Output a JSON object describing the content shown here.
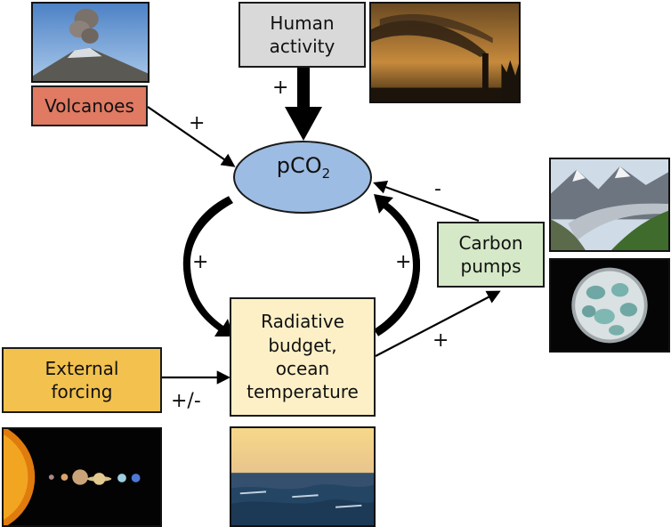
{
  "nodes": {
    "human_activity": {
      "line1": "Human",
      "line2": "activity"
    },
    "volcanoes": {
      "label": "Volcanoes"
    },
    "pco2": {
      "main": "pCO",
      "sub": "2"
    },
    "carbon_pumps": {
      "line1": "Carbon",
      "line2": "pumps"
    },
    "radiative": {
      "line1": "Radiative",
      "line2": "budget,",
      "line3": "ocean",
      "line4": "temperature"
    },
    "external_forcing": {
      "line1": "External",
      "line2": "forcing"
    }
  },
  "signs": {
    "human_to_pco2": "+",
    "volcano_to_pco2": "+",
    "pco2_to_radiative": "+",
    "radiative_to_pco2": "+",
    "pumps_to_pco2": "-",
    "radiative_to_pumps": "+",
    "external_to_radiative": "+/-"
  },
  "photos": [
    "volcano-photo",
    "factory-smoke-photo",
    "glacier-photo",
    "coccolithophore-photo",
    "solar-system-photo",
    "ocean-sunset-photo"
  ],
  "colors": {
    "human_activity": "#d9d9d9",
    "volcanoes": "#e07a63",
    "pco2": "#9dbce3",
    "carbon_pumps": "#d5e8c7",
    "radiative": "#fdf0c6",
    "external_forcing": "#f2c14e"
  }
}
